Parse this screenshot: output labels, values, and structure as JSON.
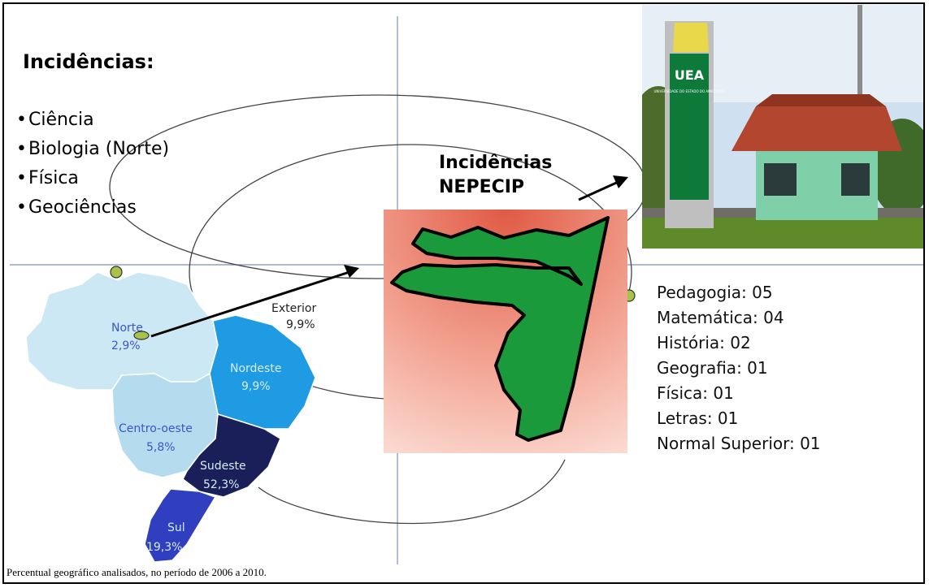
{
  "left_panel": {
    "title": "Incidências:",
    "items": [
      "Ciência",
      "Biologia (Norte)",
      "Física",
      "Geociências"
    ]
  },
  "nepecip": {
    "line1": "Incidências",
    "line2": "NEPECIP"
  },
  "map": {
    "regions": [
      {
        "name": "Norte",
        "value": "2,9%",
        "color": "#cde8f5"
      },
      {
        "name": "Nordeste",
        "value": "9,9%",
        "color": "#1e9be3"
      },
      {
        "name": "Centro-oeste",
        "value": "5,8%",
        "color": "#b5dcee"
      },
      {
        "name": "Sudeste",
        "value": "52,3%",
        "color": "#1a1f5a"
      },
      {
        "name": "Sul",
        "value": "19,3%",
        "color": "#2f3fbf"
      }
    ],
    "exterior": {
      "name": "Exterior",
      "value": "9,9%"
    }
  },
  "photo": {
    "sign_text": "UEA",
    "sign_subtext": "UNIVERSIDADE DO ESTADO DO AMAZONAS"
  },
  "courses": [
    "Pedagogia: 05",
    "Matemática: 04",
    "História: 02",
    "Geografia: 01",
    "Física: 01",
    "Letras: 01",
    "Normal Superior: 01"
  ],
  "caption": "Percentual geográfico analisados, no período de 2006 a 2010."
}
